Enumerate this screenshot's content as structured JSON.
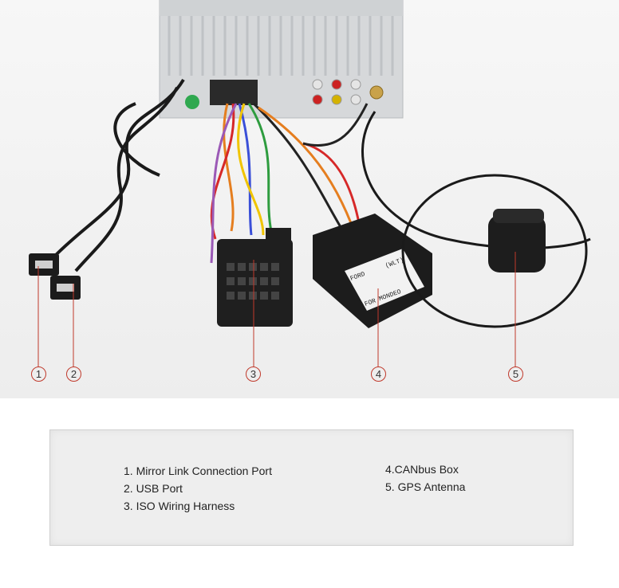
{
  "callouts": [
    "1",
    "2",
    "3",
    "4",
    "5"
  ],
  "labels_on_device": {
    "box_label_left": "FORD",
    "box_label_right": "(WLT)",
    "box_label_bottom": "FOR MONDEO"
  },
  "legend": {
    "left_column": [
      "1. Mirror Link Connection Port",
      "2. USB Port",
      "3. ISO Wiring Harness"
    ],
    "right_column": [
      "4.CANbus Box",
      "5. GPS Antenna"
    ]
  },
  "colors": {
    "callout_circle": "#c0392b",
    "leader_line": "#c0392b",
    "legend_background": "#eeeeee"
  }
}
